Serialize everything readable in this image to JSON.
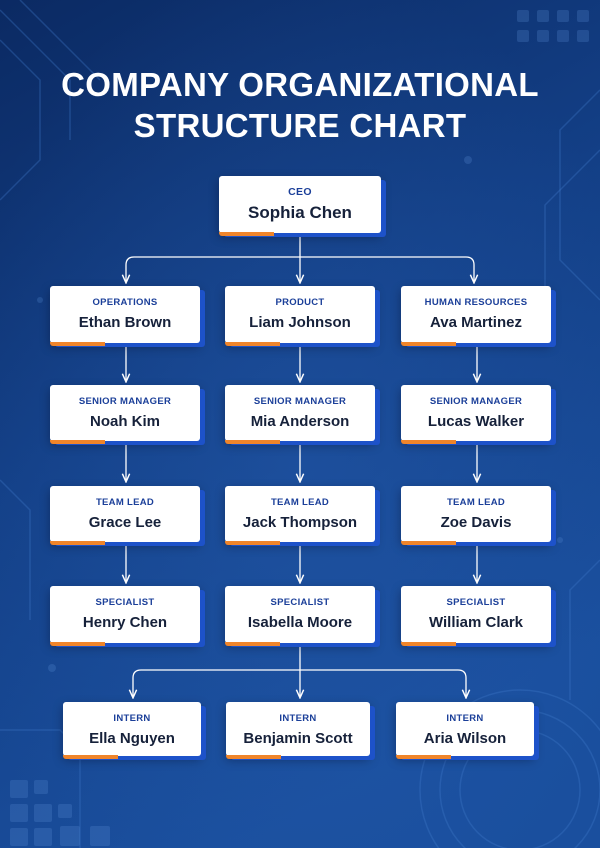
{
  "title": {
    "line1": "COMPANY ORGANIZATIONAL",
    "line2": "STRUCTURE CHART"
  },
  "colors": {
    "background_dark": "#0b2a63",
    "background_light": "#1a4f9e",
    "card": "#ffffff",
    "card_shadow": "#1d52c9",
    "accent_bar": "#f0852a",
    "role_text": "#1b3f99",
    "name_text": "#16213a"
  },
  "ceo": {
    "role": "CEO",
    "name": "Sophia Chen"
  },
  "departments": [
    {
      "head": {
        "role": "OPERATIONS",
        "name": "Ethan Brown"
      },
      "senior_manager": {
        "role": "SENIOR MANAGER",
        "name": "Noah Kim"
      },
      "team_lead": {
        "role": "TEAM LEAD",
        "name": "Grace Lee"
      },
      "specialist": {
        "role": "SPECIALIST",
        "name": "Henry Chen"
      }
    },
    {
      "head": {
        "role": "PRODUCT",
        "name": "Liam Johnson"
      },
      "senior_manager": {
        "role": "SENIOR MANAGER",
        "name": "Mia Anderson"
      },
      "team_lead": {
        "role": "TEAM LEAD",
        "name": "Jack Thompson"
      },
      "specialist": {
        "role": "SPECIALIST",
        "name": "Isabella Moore"
      }
    },
    {
      "head": {
        "role": "HUMAN RESOURCES",
        "name": "Ava Martinez"
      },
      "senior_manager": {
        "role": "SENIOR MANAGER",
        "name": "Lucas Walker"
      },
      "team_lead": {
        "role": "TEAM LEAD",
        "name": "Zoe Davis"
      },
      "specialist": {
        "role": "SPECIALIST",
        "name": "William Clark"
      }
    }
  ],
  "interns": [
    {
      "role": "INTERN",
      "name": "Ella Nguyen"
    },
    {
      "role": "INTERN",
      "name": "Benjamin Scott"
    },
    {
      "role": "INTERN",
      "name": "Aria Wilson"
    }
  ]
}
